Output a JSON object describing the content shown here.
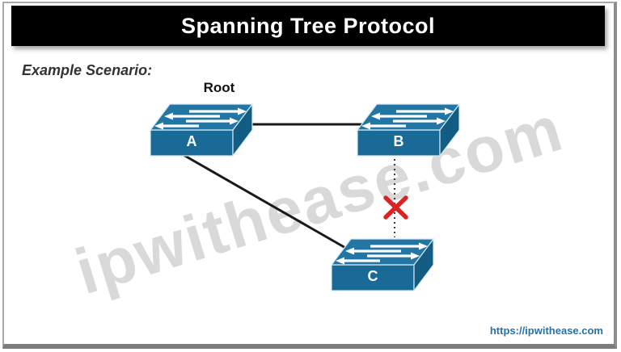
{
  "header": {
    "title": "Spanning Tree Protocol"
  },
  "scenario_label": "Example Scenario:",
  "diagram": {
    "root_label": "Root",
    "switches": [
      {
        "id": "A",
        "label": "A",
        "role": "root"
      },
      {
        "id": "B",
        "label": "B",
        "role": "switch"
      },
      {
        "id": "C",
        "label": "C",
        "role": "switch"
      }
    ],
    "connections": [
      {
        "from": "A",
        "to": "B",
        "status": "active",
        "style": "solid"
      },
      {
        "from": "A",
        "to": "C",
        "status": "active",
        "style": "solid"
      },
      {
        "from": "B",
        "to": "C",
        "status": "blocked",
        "style": "dotted-with-red-x"
      }
    ]
  },
  "watermark": "ipwithease.com",
  "footer": {
    "link_text": "https://ipwithease.com"
  },
  "colors": {
    "switch-top": "#2176a4",
    "switch-front": "#196a96",
    "switch-side": "#135c84",
    "blocked-x": "#dd2222",
    "link-blue": "#2472ae",
    "header-bg": "#000000",
    "watermark-gray": "#d9d9d9"
  }
}
